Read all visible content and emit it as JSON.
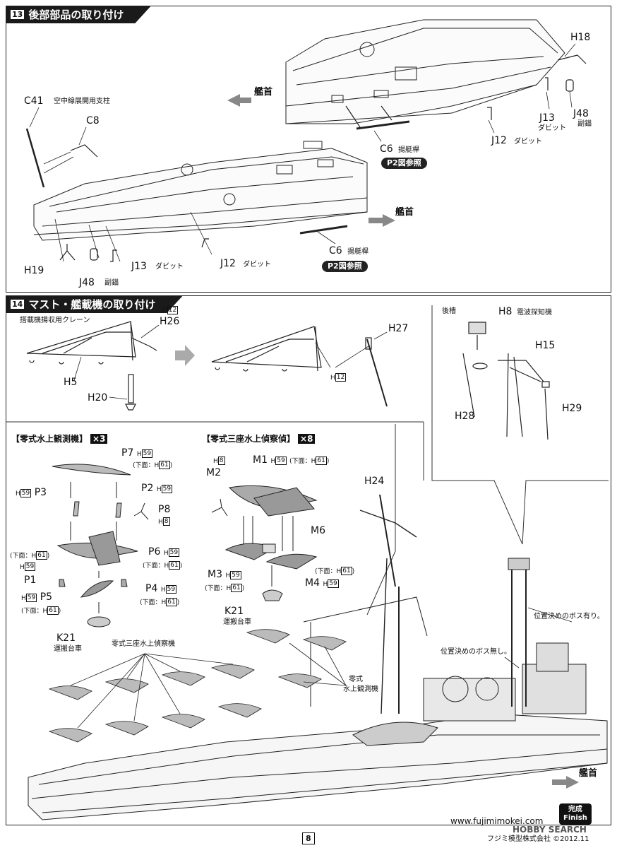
{
  "step13": {
    "number": "13",
    "title": "後部部品の取り付け",
    "labels": {
      "h18": "H18",
      "bow_upper": "艦首",
      "j13_upper": "J13",
      "davit_upper_j13": "ダビット",
      "j48_upper": "J48",
      "anchor_upper": "副錨",
      "c41": "C41",
      "c41_desc": "空中線展開用支柱",
      "c8": "C8",
      "j12_upper": "J12",
      "davit_upper_j12": "ダビット",
      "c6_upper": "C6",
      "boat_pole_upper": "揚艇桿",
      "p2ref_upper": "P2図参照",
      "bow_lower": "艦首",
      "c6_lower": "C6",
      "boat_pole_lower": "揚艇桿",
      "p2ref_lower": "P2図参照",
      "h19": "H19",
      "j48_lower": "J48",
      "anchor_lower": "副錨",
      "j13_lower": "J13",
      "davit_lower_j13": "ダビット",
      "j12_lower": "J12",
      "davit_lower_j12": "ダビット"
    }
  },
  "step14": {
    "number": "14",
    "title": "マスト・艦載機の取り付け",
    "crane_caption": "搭載機揚収用クレーン",
    "labels": {
      "h12_a": "H",
      "h12_a_box": "12",
      "h26": "H26",
      "h5": "H5",
      "h20": "H20",
      "h27": "H27",
      "h12_b": "H",
      "h12_b_box": "12",
      "mainmast": "後檣",
      "h8_top": "H8",
      "radar": "電波探知機",
      "h15": "H15",
      "h28": "H28",
      "h29": "H29",
      "h24": "H24",
      "boss_yes": "位置決めのボス有り。",
      "boss_no": "位置決めのボス無し。",
      "bow": "艦首",
      "seaplane_3seat": "零式三座水上偵察機",
      "seaplane_obs": "零式",
      "seaplane_obs2": "水上観測機"
    },
    "section_a": {
      "title": "【零式水上観測機】",
      "count": "×3",
      "parts": {
        "p7": "P7",
        "p7_h": "H",
        "p7_box": "59",
        "p7_under": "(下面：H",
        "p7_under_box": "61",
        "p7_close": ")",
        "p2": "P2",
        "p2_h": "H",
        "p2_box": "59",
        "p3": "P3",
        "p3_h": "H",
        "p3_box": "59",
        "p8": "P8",
        "p8_h": "H",
        "p8_box": "8",
        "p6": "P6",
        "p6_h": "H",
        "p6_box": "59",
        "p6_under": "(下面：H",
        "p6_under_box": "61",
        "p6_close": ")",
        "left_under": "(下面：H",
        "left_under_box": "61",
        "left_close": ")",
        "p1_h": "H",
        "p1_box": "59",
        "p1": "P1",
        "p4": "P4",
        "p4_h": "H",
        "p4_box": "59",
        "p4_under": "(下面：H",
        "p4_under_box": "61",
        "p4_close": ")",
        "p5_h": "H",
        "p5_box": "59",
        "p5": "P5",
        "p5_under": "(下面：H",
        "p5_under_box": "61",
        "p5_close": ")",
        "k21": "K21",
        "cart": "運搬台車"
      }
    },
    "section_b": {
      "title": "【零式三座水上偵察偵】",
      "count": "×8",
      "parts": {
        "h8_h": "H",
        "h8_box": "8",
        "m2": "M2",
        "m1": "M1",
        "m1_h": "H",
        "m1_box": "59",
        "m1_under": "(下面：H",
        "m1_under_box": "61",
        "m1_close": ")",
        "m6": "M6",
        "m3": "M3",
        "m3_h": "H",
        "m3_box": "59",
        "m3_under": "(下面：H",
        "m3_under_box": "61",
        "m3_close": ")",
        "m4": "M4",
        "m4_h": "H",
        "m4_box": "59",
        "m4_under": "(下面：H",
        "m4_under_box": "61",
        "m4_close": ")",
        "k21": "K21",
        "cart": "運搬台車"
      }
    }
  },
  "footer": {
    "finish_jp": "完成",
    "finish_en": "Finish",
    "url": "www.fujimimokei.com",
    "page": "8",
    "company": "フジミ模型株式会社 ©2012.11",
    "watermark": "HOBBY SEARCH"
  }
}
